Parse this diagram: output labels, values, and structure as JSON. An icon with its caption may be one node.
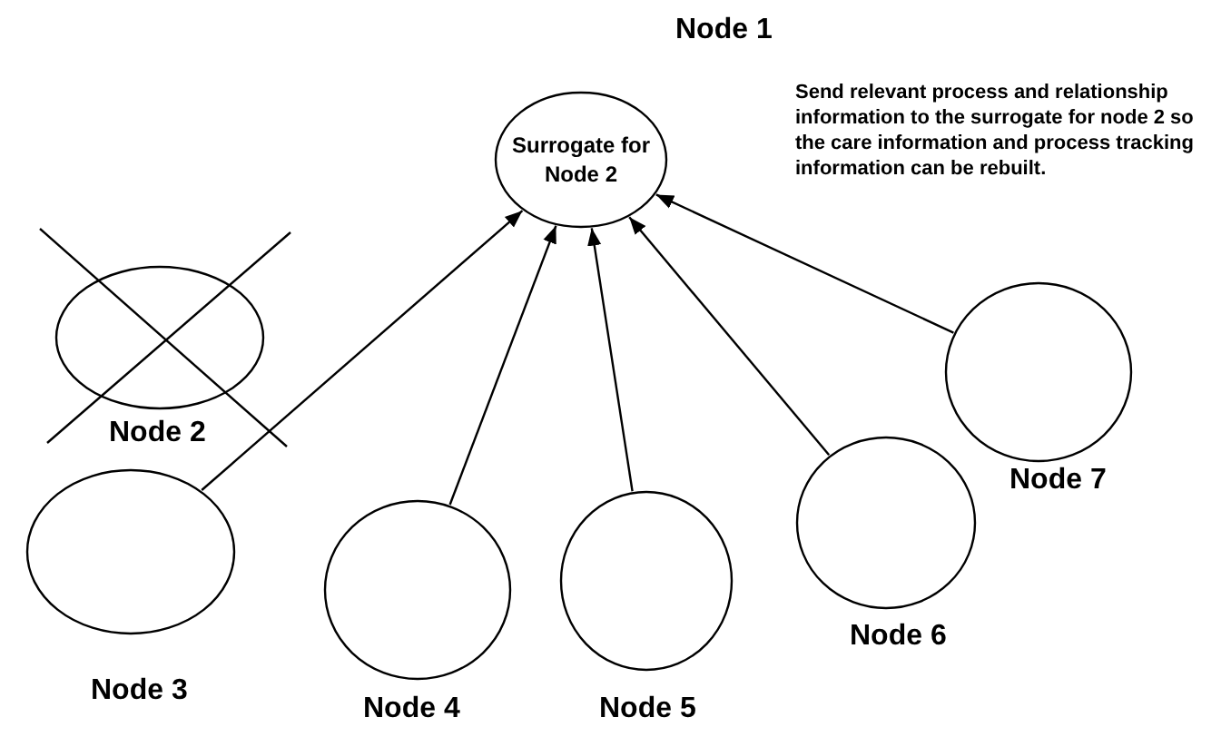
{
  "diagram": {
    "nodes": [
      {
        "text": [
          "Surrogate for Node 2"
        ],
        "beside": [
          "Node 1"
        ]
      },
      {
        "text": [],
        "shape": "circle",
        "beside": [
          "Node 2"
        ]
      },
      {
        "text": [],
        "shape": "circle",
        "beside": [
          "Node 3"
        ]
      },
      {
        "text": [],
        "shape": "circle",
        "beside": [
          "Node 4"
        ]
      },
      {
        "text": [],
        "shape": "circle",
        "beside": [
          "Node 5"
        ]
      },
      {
        "text": [],
        "shape": "circle",
        "beside": [
          "Node 6"
        ]
      },
      {
        "text": [],
        "shape": "circle",
        "beside": [
          "Node 7"
        ]
      }
    ],
    "edges": [
      {
        "from": 2,
        "to": 0,
        "arrow": "to"
      },
      {
        "from": 3,
        "to": 0,
        "arrow": "to"
      },
      {
        "from": 4,
        "to": 0,
        "arrow": "to"
      },
      {
        "from": 5,
        "to": 0,
        "arrow": "to"
      },
      {
        "from": 6,
        "to": 0,
        "arrow": "to"
      }
    ],
    "labels": [
      "Send relevant process and relationship information to the surrogate for node 2 so the care information and process tracking information can be rebuilt."
    ]
  }
}
